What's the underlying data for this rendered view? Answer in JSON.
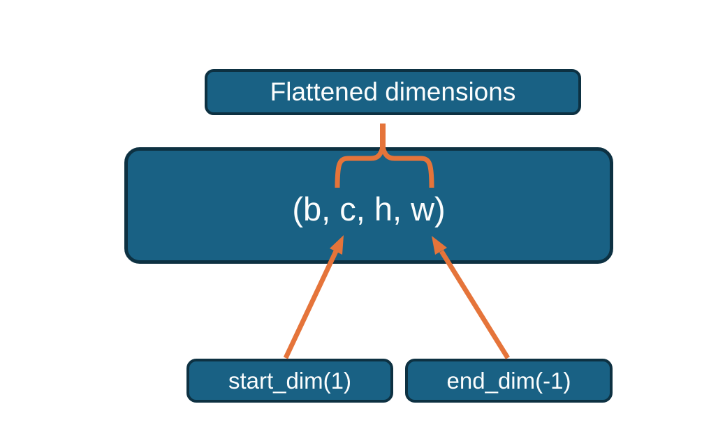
{
  "diagram": {
    "nodes": {
      "flattened": {
        "label": "Flattened dimensions"
      },
      "tensor_shape": {
        "label": "(b, c, h, w)"
      },
      "start_dim": {
        "label": "start_dim(1)"
      },
      "end_dim": {
        "label": "end_dim(-1)"
      }
    },
    "connectors": {
      "stem": {
        "type": "vertical-line",
        "from": "flattened",
        "to": "brace-peak"
      },
      "brace": {
        "type": "curly-brace-over",
        "over": "tensor_shape"
      },
      "arrow_start": {
        "type": "arrow",
        "from": "start_dim",
        "to": "tensor_shape"
      },
      "arrow_end": {
        "type": "arrow",
        "from": "end_dim",
        "to": "tensor_shape"
      }
    },
    "colors": {
      "node_fill": "#196184",
      "node_border": "#0d3142",
      "node_text": "#fbfdfd",
      "accent_orange": "#e5743a",
      "background": "#ffffff"
    }
  }
}
